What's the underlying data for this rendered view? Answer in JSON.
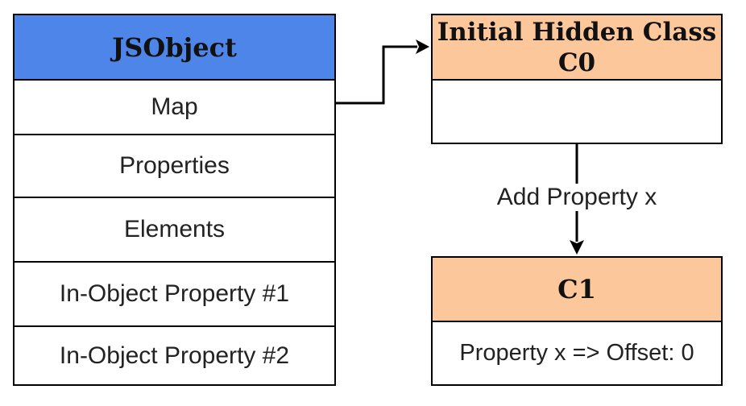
{
  "jsobject": {
    "title": "JSObject",
    "fields": [
      "Map",
      "Properties",
      "Elements",
      "In-Object Property #1",
      "In-Object Property #2"
    ]
  },
  "hidden_class_c0": {
    "title_line1": "Initial Hidden Class",
    "title_line2": "C0",
    "body": ""
  },
  "transition": {
    "label": "Add Property x"
  },
  "hidden_class_c1": {
    "title": "C1",
    "body": "Property x => Offset: 0"
  },
  "colors": {
    "jsobject_header": "#4d86e8",
    "hidden_class_header": "#fcc79a",
    "lines": "#000000"
  }
}
